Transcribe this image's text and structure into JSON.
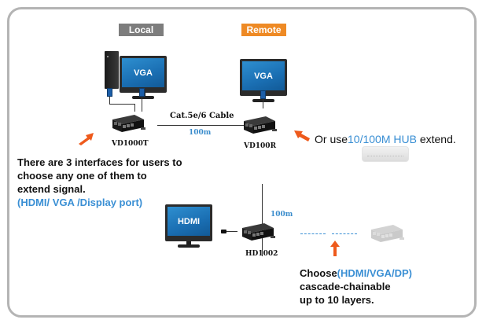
{
  "labels": {
    "local": "Local",
    "remote": "Remote"
  },
  "monitors": {
    "local_monitor": "VGA",
    "remote_monitor": "VGA",
    "hdmi_monitor": "HDMI"
  },
  "devices": {
    "transmitter": "VD1000T",
    "receiver": "VD100R",
    "hdmi_receiver": "HD1002"
  },
  "cable": {
    "type": "Cat.5e/6 Cable",
    "distance_horizontal": "100m",
    "distance_vertical": "100m"
  },
  "notes": {
    "interfaces_line1": "There are 3 interfaces for users to",
    "interfaces_line2": "choose any one of them to",
    "interfaces_line3": "extend signal.",
    "interfaces_options": "(HDMI/ VGA /Display port)",
    "hub_prefix": "Or use",
    "hub_highlight": "10/100M HUB",
    "hub_suffix": " extend.",
    "cascade_prefix": "Choose",
    "cascade_highlight": "(HDMI/VGA/DP)",
    "cascade_line2": "cascade-chainable",
    "cascade_line3": "up to 10 layers."
  },
  "colors": {
    "local_badge": "#7d7d7d",
    "remote_badge": "#ee8a25",
    "accent_blue": "#3a8fd4",
    "arrow_orange": "#ee5a1c"
  }
}
